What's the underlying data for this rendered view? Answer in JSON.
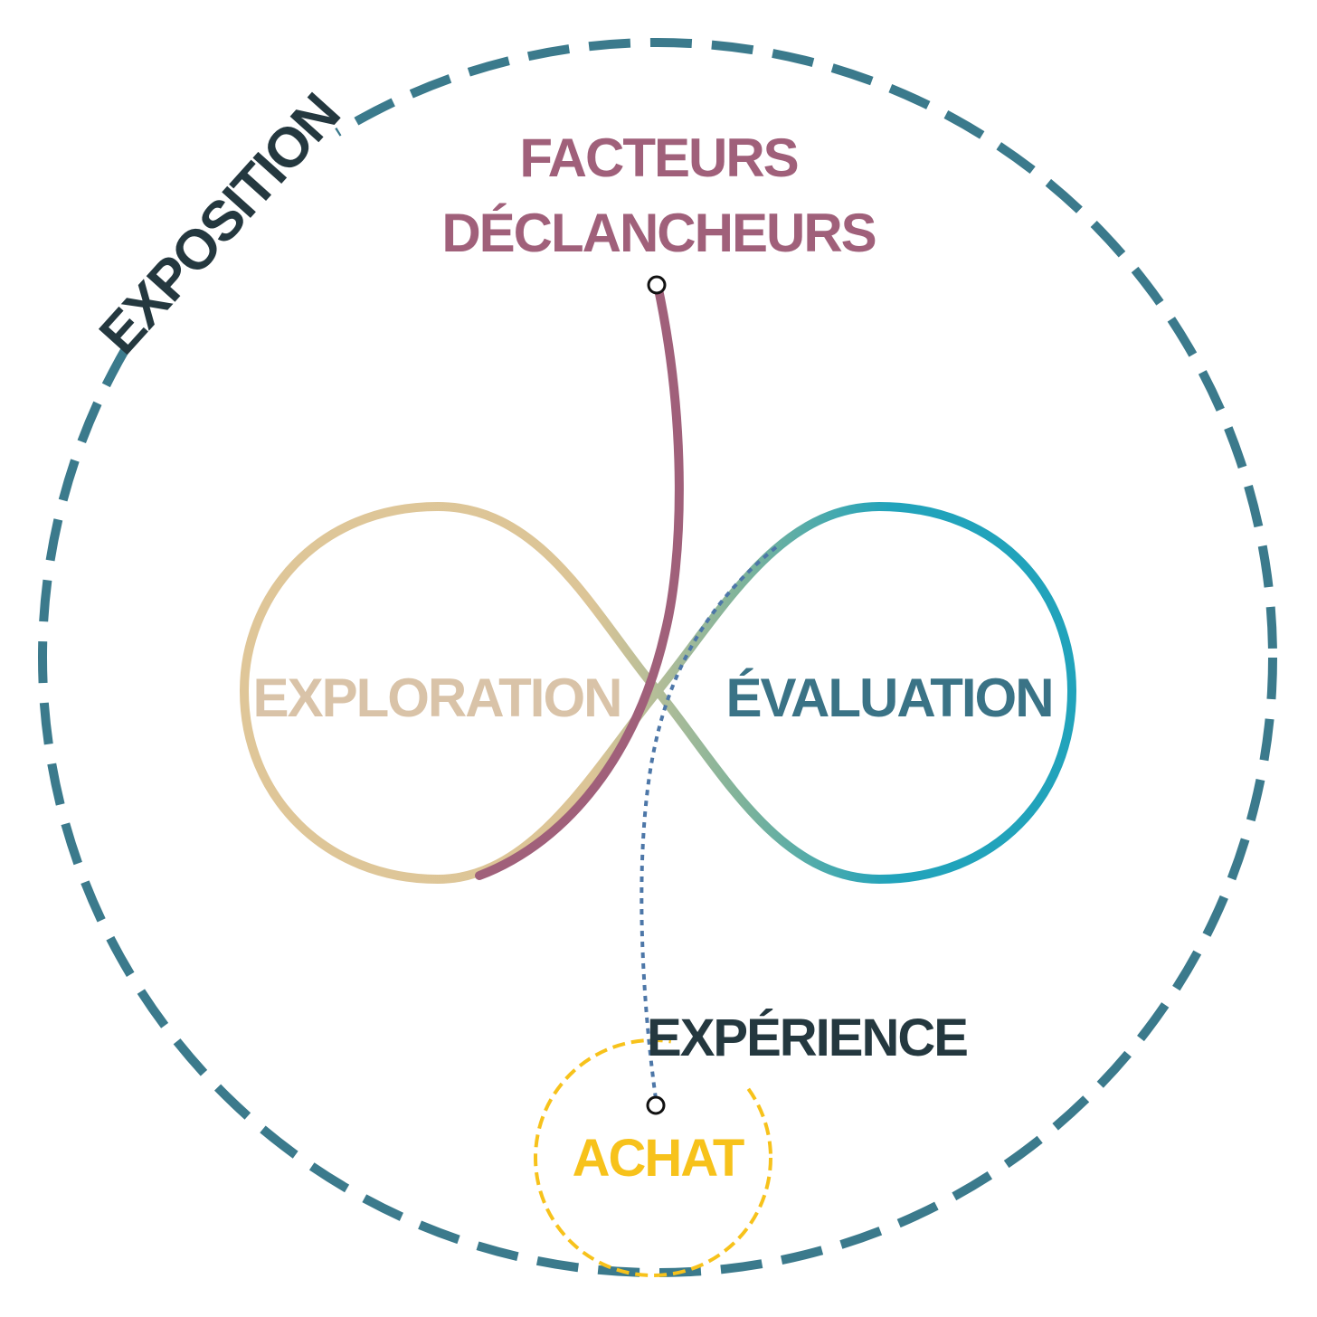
{
  "labels": {
    "exposition": "EXPOSITION",
    "triggers_line1": "FACTEURS",
    "triggers_line2": "DÉCLANCHEURS",
    "exploration": "EXPLORATION",
    "evaluation": "ÉVALUATION",
    "experience": "EXPÉRIENCE",
    "purchase": "ACHAT"
  },
  "colors": {
    "exposition": "#3b7a8c",
    "triggers": "#a0607a",
    "exploration": "#d9c3a8",
    "exploration_loop": "#dfc698",
    "evaluation": "#3a7386",
    "evaluation_loop": "#21a3bb",
    "experience": "#24383f",
    "purchase": "#f7c21b",
    "journey_dots": "#4d77a8"
  }
}
